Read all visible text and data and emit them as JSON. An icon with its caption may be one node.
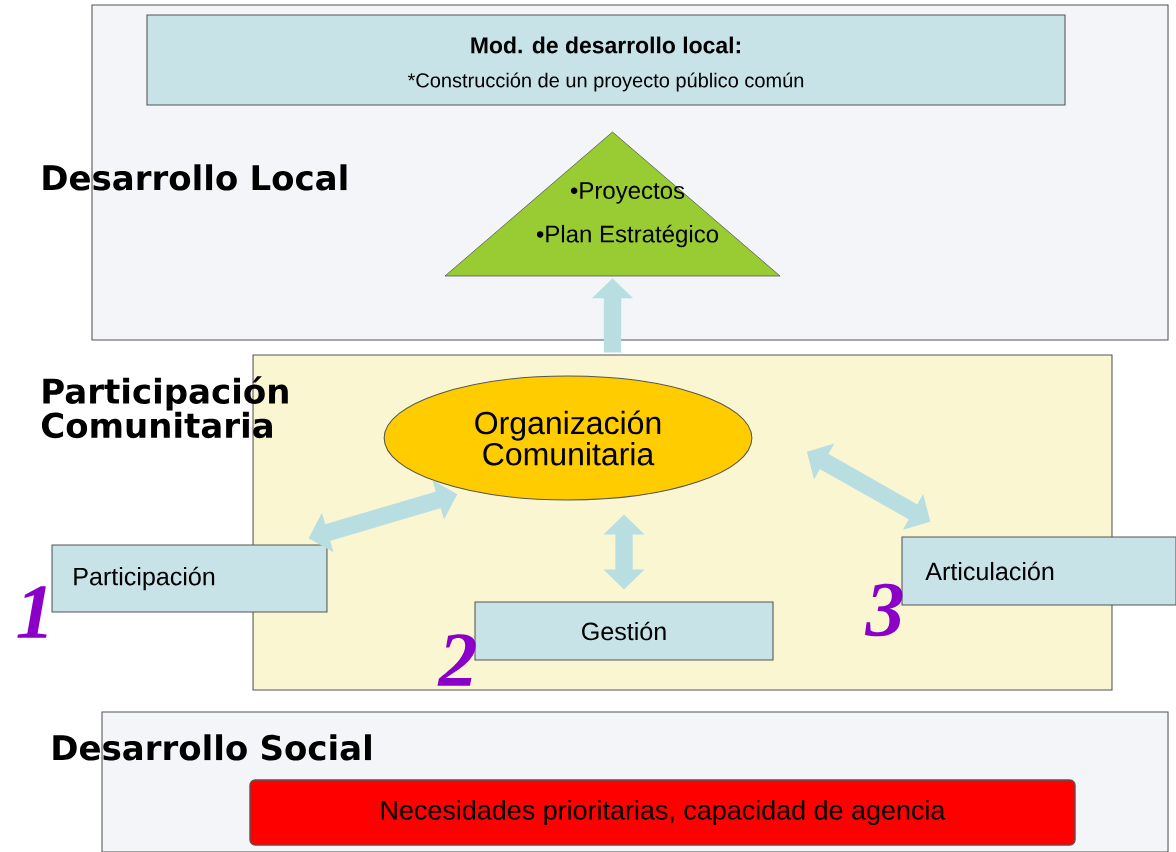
{
  "diagram": {
    "nodes": [
      {
        "text": [
          "Desarrollo Local"
        ]
      },
      {
        "text": [
          "Mod. de desarrollo local:",
          "*Construcción de un proyecto público común"
        ],
        "in": 0
      },
      {
        "text": [
          "•Proyectos",
          "•Plan Estratégico"
        ],
        "in": 0
      },
      {
        "text": [
          "Participación Comunitaria"
        ]
      },
      {
        "text": [
          "Organización Comunitaria"
        ],
        "in": 3
      },
      {
        "text": [
          "Participación"
        ],
        "beside": [
          "1"
        ]
      },
      {
        "text": [
          "Gestión"
        ],
        "beside": [
          "2"
        ],
        "in": 3
      },
      {
        "text": [
          "Articulación"
        ],
        "beside": [
          "3"
        ]
      },
      {
        "text": [
          "Desarrollo Social"
        ]
      },
      {
        "text": [
          "Necesidades prioritarias, capacidad de agencia"
        ],
        "in": 8
      }
    ],
    "edges": [
      {
        "from": 3,
        "to": 2,
        "arrow": "to"
      },
      {
        "from": 4,
        "to": 5,
        "arrow": "both"
      },
      {
        "from": 4,
        "to": 6,
        "arrow": "both"
      },
      {
        "from": 4,
        "to": 7,
        "arrow": "both"
      }
    ]
  }
}
